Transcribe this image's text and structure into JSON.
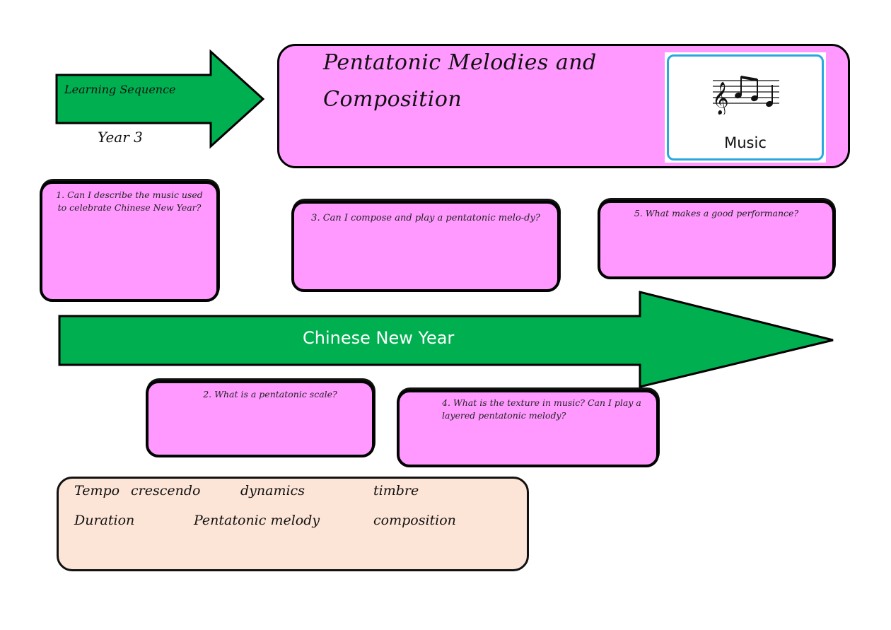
{
  "header": {
    "arrow_label": "Learning Sequence",
    "year": "Year 3",
    "title_line1": "Pentatonic Melodies and",
    "title_line2": "Composition",
    "subject_badge": {
      "label": "Music",
      "icon": "music-notes-icon",
      "border_color": "#29a8e0"
    }
  },
  "timeline": {
    "label": "Chinese New Year",
    "color": "#00b050"
  },
  "lessons": [
    {
      "number": "1.",
      "text": "1. Can I describe the music used to celebrate Chinese New Year?"
    },
    {
      "number": "2.",
      "text": "2. What is a pentatonic scale?"
    },
    {
      "number": "3.",
      "text": "3. Can I compose and play a pentatonic melo-dy?"
    },
    {
      "number": "4.",
      "text": "4. What is the texture in music? Can I play a layered pentatonic melody?"
    },
    {
      "number": "5.",
      "text": "5. What makes a good performance?"
    }
  ],
  "vocabulary": {
    "row1": [
      "Tempo",
      "crescendo",
      "dynamics",
      "timbre"
    ],
    "row2": [
      "Duration",
      "Pentatonic melody",
      "composition"
    ]
  },
  "colors": {
    "card_fill": "#ff99ff",
    "vocab_fill": "#fce4d6",
    "arrow_green": "#00b050"
  }
}
